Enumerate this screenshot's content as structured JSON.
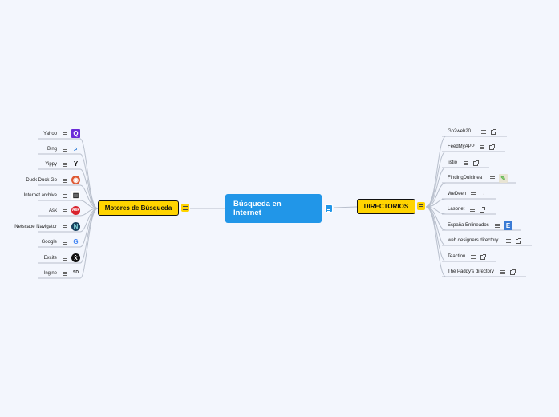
{
  "map": {
    "central": {
      "line1": "Búsqueda en",
      "line2": "Internet"
    },
    "left_branch": {
      "title": "Motores de Búsqueda",
      "items": [
        {
          "label": "Yahoo",
          "icon": "yahoo-logo-icon"
        },
        {
          "label": "Bing",
          "icon": "bing-search-icon"
        },
        {
          "label": "Yippy",
          "icon": "yippy-logo-icon"
        },
        {
          "label": "Duck Duck Go",
          "icon": "duckduckgo-logo-icon"
        },
        {
          "label": "Internet archive",
          "icon": "internet-archive-logo-icon"
        },
        {
          "label": "Ask",
          "icon": "ask-logo-icon"
        },
        {
          "label": "Netscape Navigator",
          "icon": "netscape-logo-icon"
        },
        {
          "label": "Google",
          "icon": "google-logo-icon"
        },
        {
          "label": "Excite",
          "icon": "excite-logo-icon"
        },
        {
          "label": "lngine",
          "icon": "sd-logo-icon"
        }
      ]
    },
    "right_branch": {
      "title": "DIRECTORIOS",
      "items": [
        {
          "label": "Go2web20",
          "icon": "external-link-icon"
        },
        {
          "label": "FeedMyAPP",
          "icon": "external-link-icon"
        },
        {
          "label": "listio",
          "icon": "external-link-icon"
        },
        {
          "label": "FindingDulcinea",
          "icon": "dulcinea-logo-icon"
        },
        {
          "label": "WeDeen",
          "icon": "wedeen-logo-icon"
        },
        {
          "label": "Lasonet",
          "icon": "external-link-icon"
        },
        {
          "label": "España Enlineados",
          "icon": "enlineados-logo-icon"
        },
        {
          "label": "web designers directory",
          "icon": "external-link-icon"
        },
        {
          "label": "Teaction",
          "icon": "external-link-icon"
        },
        {
          "label": "The Paddy's directory",
          "icon": "external-link-icon"
        }
      ]
    },
    "colors": {
      "background": "#f3f6fd",
      "central": "#2196e8",
      "branch": "#ffd400",
      "connector": "#b8bfcc"
    }
  }
}
